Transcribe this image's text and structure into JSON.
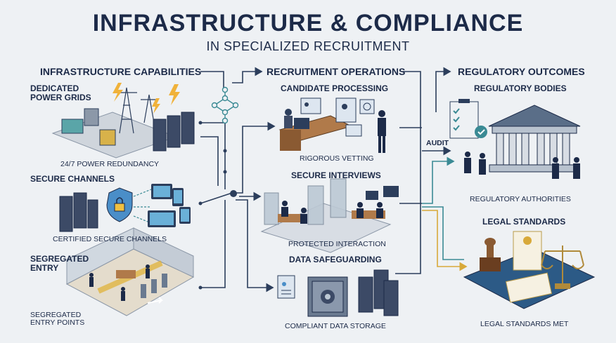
{
  "title": "INFRASTRUCTURE & COMPLIANCE",
  "subtitle": "IN SPECIALIZED RECRUITMENT",
  "columns": {
    "left": {
      "heading": "INFRASTRUCTURE CAPABILITIES",
      "power_title": "DEDICATED POWER GRIDS",
      "power_caption": "24/7 POWER REDUNDANCY",
      "secure_title": "SECURE CHANNELS",
      "secure_caption": "CERTIFIED SECURE CHANNELS",
      "entry_title": "SEGREGATED ENTRY",
      "entry_caption": "SEGREGATED ENTRY POINTS"
    },
    "middle": {
      "heading": "RECRUITMENT OPERATIONS",
      "candidate_title": "CANDIDATE PROCESSING",
      "candidate_caption": "RIGOROUS VETTING",
      "interview_title": "SECURE INTERVIEWS",
      "interview_caption": "PROTECTED INTERACTION",
      "data_title": "DATA SAFEGUARDING",
      "data_caption": "COMPLIANT DATA STORAGE"
    },
    "right": {
      "heading": "REGULATORY OUTCOMES",
      "audit_label": "AUDIT",
      "bodies_title": "REGULATORY BODIES",
      "bodies_caption": "REGULATORY AUTHORITIES",
      "legal_title": "LEGAL STANDARDS",
      "legal_caption": "LEGAL STANDARDS MET"
    }
  },
  "colors": {
    "navy": "#1c2a48",
    "teal": "#3a8a94",
    "gold": "#d8a93a",
    "flow": "#2c3e5c"
  }
}
